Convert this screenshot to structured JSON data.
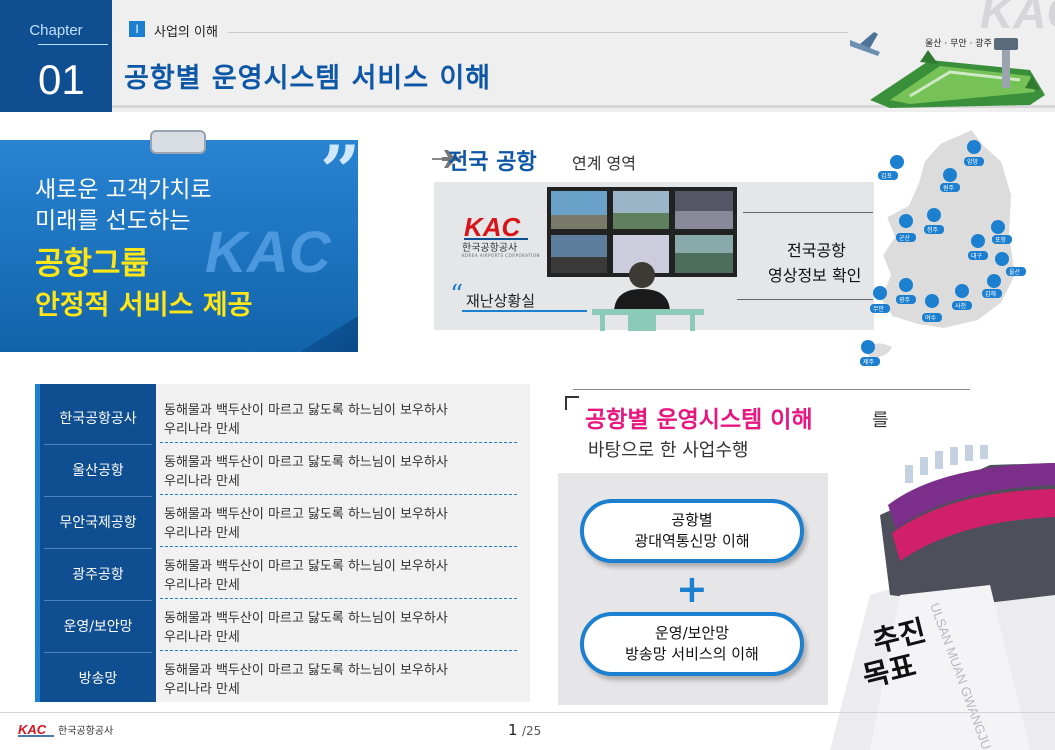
{
  "header": {
    "chapter_label": "Chapter",
    "chapter_number": "01",
    "section_roman": "I",
    "section_label": "사업의 이해",
    "title": "공항별 운영시스템 서비스 이해",
    "region_label": "울산 · 무안 · 광주",
    "watermark": "KAC"
  },
  "banner": {
    "line1": "새로운 고객가치로",
    "line2": "미래를 선도하는",
    "line3": "공항그룹",
    "line4": "안정적 서비스 제공",
    "quote": "”",
    "watermark": "KAC"
  },
  "network": {
    "title": "전국 공항",
    "title_suffix": "연계 영역",
    "logo_text": "KAC",
    "org_name": "한국공항공사",
    "org_name_en": "KOREA AIRPORTS CORPORATION",
    "ops_room": "재난상황실",
    "verify_line1": "전국공항",
    "verify_line2": "영상정보 확인",
    "map_labels": [
      "양양",
      "김포",
      "원주",
      "청주",
      "군산",
      "포항",
      "대구",
      "울산",
      "김해",
      "광주",
      "무안",
      "사천",
      "여수",
      "제주"
    ]
  },
  "table": {
    "rows": [
      {
        "label": "한국공항공사",
        "line1": "동해물과 백두산이 마르고 닳도록 하느님이 보우하사",
        "line2": "우리나라 만세"
      },
      {
        "label": "울산공항",
        "line1": "동해물과 백두산이 마르고 닳도록 하느님이 보우하사",
        "line2": "우리나라 만세"
      },
      {
        "label": "무안국제공항",
        "line1": "동해물과 백두산이 마르고 닳도록 하느님이 보우하사",
        "line2": "우리나라 만세"
      },
      {
        "label": "광주공항",
        "line1": "동해물과 백두산이 마르고 닳도록 하느님이 보우하사",
        "line2": "우리나라 만세"
      },
      {
        "label": "운영/보안망",
        "line1": "동해물과 백두산이 마르고 닳도록 하느님이 보우하사",
        "line2": "우리나라 만세"
      },
      {
        "label": "방송망",
        "line1": "동해물과 백두산이 마르고 닳도록 하느님이 보우하사",
        "line2": "우리나라 만세"
      }
    ]
  },
  "goal": {
    "title": "공항별 운영시스템 이해",
    "title_suffix": "를",
    "line2": "바탕으로 한 사업수행",
    "pill1_line1": "공항별",
    "pill1_line2": "광대역통신망 이해",
    "plus": "+",
    "pill2_line1": "운영/보안망",
    "pill2_line2": "방송망 서비스의 이해",
    "badge_line1": "추진",
    "badge_line2": "목표",
    "tower_text": "ULSAN MUAN GWANGJU"
  },
  "footer": {
    "logo_text": "KAC",
    "org_name": "한국공항공사",
    "page_current": "1",
    "page_total": "/25"
  },
  "colors": {
    "brand_blue": "#0f4e91",
    "accent_blue": "#1c7fd0",
    "highlight_yellow": "#ffe614",
    "highlight_pink": "#e8167f",
    "kac_red": "#d7141a"
  }
}
